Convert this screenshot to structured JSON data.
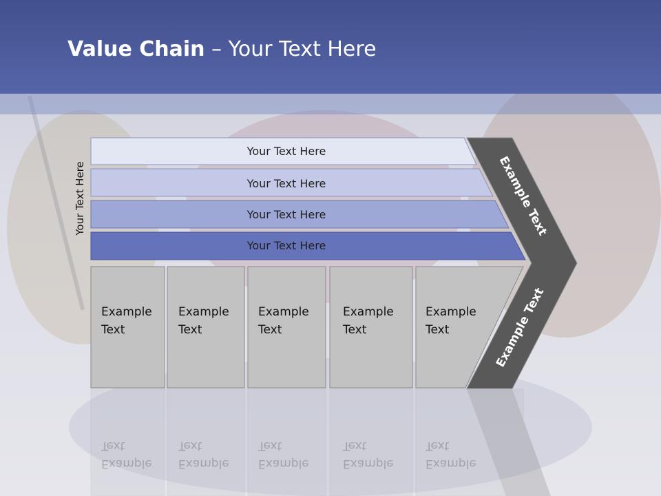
{
  "slide": {
    "title_bold": "Value Chain",
    "title_rest": " – Your Text Here",
    "side_label": "Your Text Here"
  },
  "bars": [
    {
      "label": "Your Text Here"
    },
    {
      "label": "Your Text Here"
    },
    {
      "label": "Your Text Here"
    },
    {
      "label": "Your Text Here"
    }
  ],
  "boxes": [
    {
      "label": "Example\nText"
    },
    {
      "label": "Example\nText"
    },
    {
      "label": "Example\nText"
    },
    {
      "label": "Example\nText"
    },
    {
      "label": "Example\nText"
    }
  ],
  "chevron": {
    "upper_label": "Example Text",
    "lower_label": "Example Text"
  },
  "colors": {
    "header": "#4a5799",
    "bar1": "#e3e6f3",
    "bar2": "#c3c9e6",
    "bar3": "#9ea8d6",
    "bar4": "#6573bb",
    "box": "#c2c2c2",
    "chevron": "#595959"
  }
}
